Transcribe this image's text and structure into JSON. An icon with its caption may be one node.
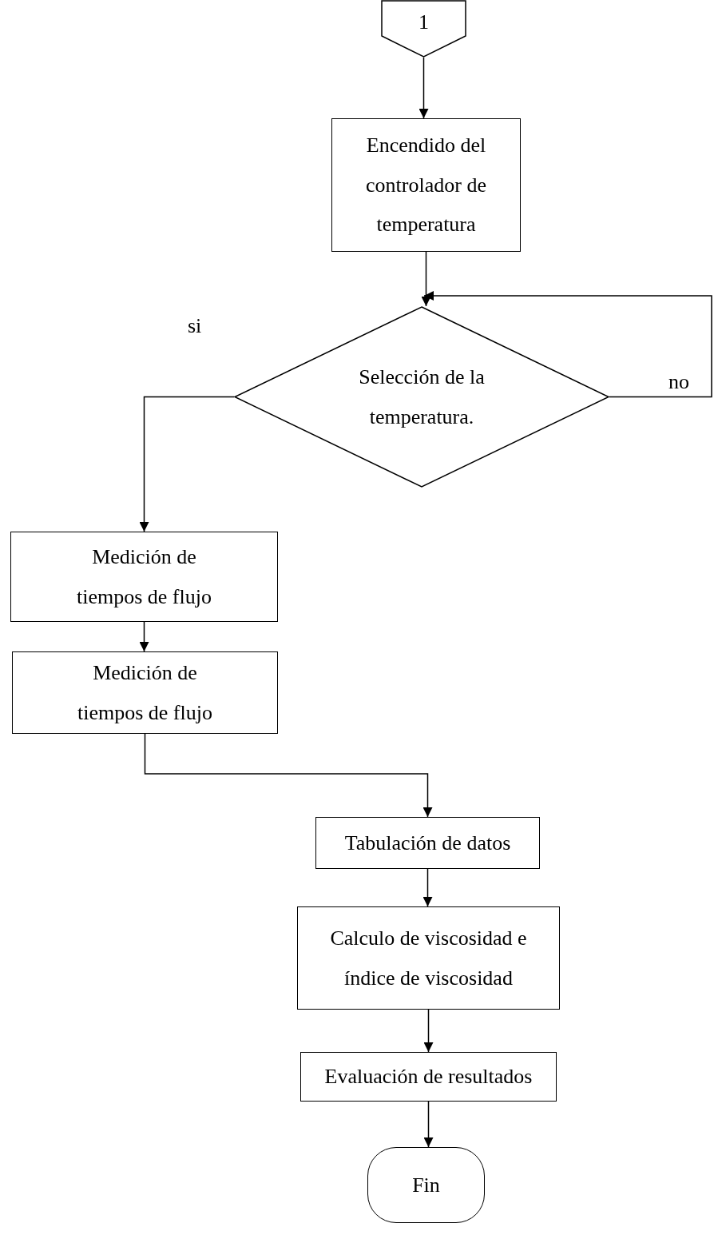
{
  "diagram": {
    "nodes": [
      {
        "text": [
          "1"
        ]
      },
      {
        "text": [
          "Encendido del controlador de temperatura"
        ]
      },
      {
        "text": [
          "Selección de la temperatura."
        ]
      },
      {
        "text": [
          "Medición de tiempos de flujo"
        ]
      },
      {
        "text": [
          "Medición de tiempos de flujo"
        ]
      },
      {
        "text": [
          "Tabulación de datos"
        ]
      },
      {
        "text": [
          "Calculo de viscosidad e índice de viscosidad"
        ]
      },
      {
        "text": [
          "Evaluación de resultados"
        ]
      },
      {
        "text": [
          "Fin"
        ]
      }
    ],
    "edges": [
      {
        "from": 0,
        "to": 1,
        "arrow": "to"
      },
      {
        "from": 1,
        "to": 2,
        "arrow": "to"
      },
      {
        "from": 2,
        "to": 3,
        "arrow": "to",
        "label": "si"
      },
      {
        "from": 3,
        "to": 4,
        "arrow": "to"
      },
      {
        "from": 4,
        "to": 5,
        "arrow": "to"
      },
      {
        "from": 5,
        "to": 6,
        "arrow": "to"
      },
      {
        "from": 6,
        "to": 7,
        "arrow": "to"
      },
      {
        "from": 7,
        "to": 8,
        "arrow": "to"
      },
      {
        "from": 2,
        "to": 2,
        "arrow": "to",
        "label": "no"
      }
    ]
  }
}
